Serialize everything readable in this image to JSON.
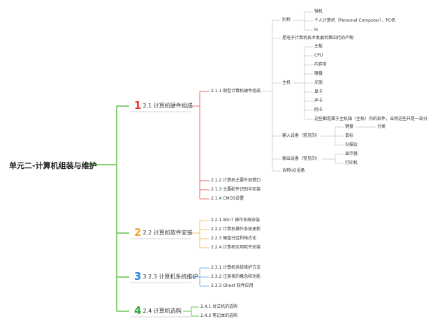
{
  "root": "单元二-计算机组装与维护",
  "categories": [
    {
      "num": "1",
      "label": "2.1 计算机硬件组成",
      "color": "#e83a3a"
    },
    {
      "num": "2",
      "label": "2.2 计算机软件安装",
      "color": "#f0a830"
    },
    {
      "num": "3",
      "label": "3 2.3 计算机系统维护",
      "color": "#2b86d6"
    },
    {
      "num": "4",
      "label": "2.4 计算机选购",
      "color": "#3aa640"
    }
  ],
  "hardware": {
    "n211": "2.1.1 微型计算机硬件组成",
    "n212": "2.1.2 计算机主要外部借口",
    "n213": "2.1.3 主要配件识别与安装",
    "n214": "2.1.4 CMOS设置",
    "alias": {
      "label": "别称",
      "items": [
        "微机",
        "个人计算机（Personal Computer）、PC机",
        "Ix"
      ]
    },
    "product": "是电子计算机技术发展到第四代的产物",
    "host": {
      "label": "主机",
      "items": [
        "主板",
        "CPU",
        "内存条",
        "硬盘",
        "光驱",
        "显卡",
        "声卡",
        "网卡",
        "这些都是属于主机箱（主机）内的部件，当然这些只是一部分"
      ]
    },
    "input": {
      "label": "输入设备（常见的）",
      "items": [
        "键盘",
        "鼠标",
        "扫描仪"
      ],
      "keyboard_sub": "分类"
    },
    "output": {
      "label": "输出设备（常见的）",
      "items": [
        "显示器",
        "打印机"
      ]
    },
    "io": "合称I/O设备"
  },
  "software": [
    "2.2.1 Win7 操作系统安装",
    "2.2.2 计算机操作系统更新",
    "2.2.3 硬盘分区和格式化",
    "2.2.4 计算机应用软件安装"
  ],
  "maintenance": [
    "2.3.1 计算机系统维护方法",
    "2.3.2 注册表的概念和功能",
    "2.3.3 Ghost 软件应用"
  ],
  "purchase": [
    "2.4.1 台式机的选购",
    "2.4.2 笔记本的选购"
  ]
}
